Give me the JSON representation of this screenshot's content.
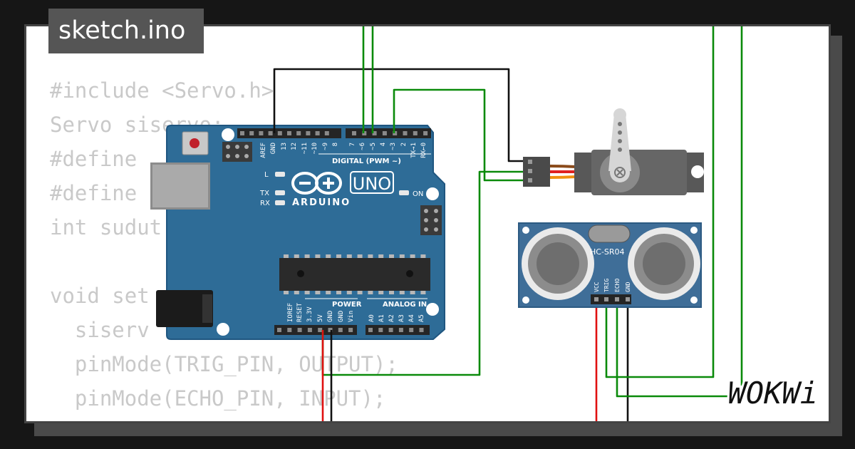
{
  "tab_title": "sketch.ino",
  "code_lines": [
    "#include <Servo.h>",
    "Servo siservo;",
    "#define ",
    "#define ",
    "int sudut",
    "",
    "void set",
    "  siserv",
    "  pinMode(TRIG_PIN, OUTPUT);",
    "  pinMode(ECHO_PIN, INPUT);"
  ],
  "arduino": {
    "brand": "ARDUINO",
    "model": "UNO",
    "on_label": "ON",
    "l_label": "L",
    "tx_label": "TX",
    "rx_label": "RX",
    "digital_label": "DIGITAL (PWM ~)",
    "power_label": "POWER",
    "analog_label": "ANALOG IN",
    "top_pins": [
      "AREF",
      "GND",
      "13",
      "12",
      "~11",
      "~10",
      "~9",
      "8",
      "7",
      "~6",
      "~5",
      "4",
      "~3",
      "2",
      "TX→1",
      "RX←0"
    ],
    "power_pins": [
      "IOREF",
      "RESET",
      "3.3V",
      "5V",
      "GND",
      "GND",
      "Vin"
    ],
    "analog_pins": [
      "A0",
      "A1",
      "A2",
      "A3",
      "A4",
      "A5"
    ]
  },
  "sensor": {
    "label": "HC-SR04",
    "pins": [
      "VCC",
      "TRIG",
      "ECHO",
      "GND"
    ]
  },
  "logo_text": "WOKWi",
  "colors": {
    "board": "#2e6c97",
    "board_edge": "#1f5680",
    "wire_green": "#0a8a0a",
    "wire_red": "#e01010",
    "wire_black": "#111111"
  }
}
